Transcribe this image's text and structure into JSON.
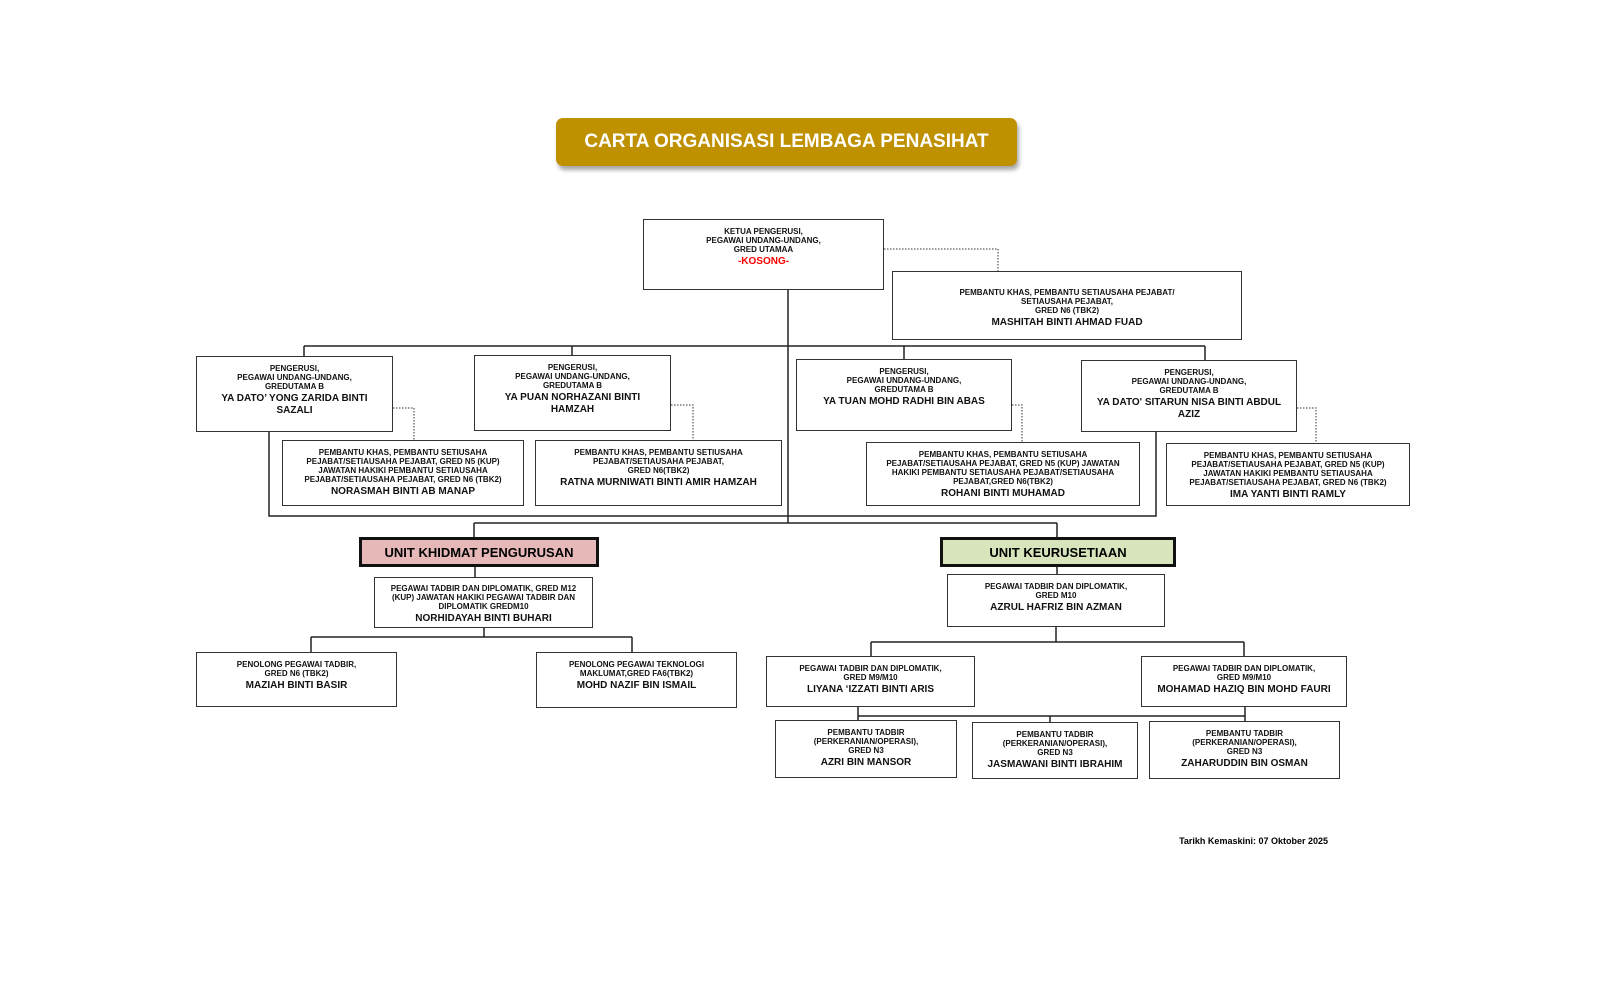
{
  "title": "CARTA ORGANISASI LEMBAGA PENASIHAT",
  "colors": {
    "title_bg": "#bf9000",
    "unit_khidmat": "#e6b8b7",
    "unit_keurusetiaan": "#d8e4bc",
    "vacant": "#ff0000"
  },
  "ketua": {
    "position": "KETUA PENGERUSI,\nPEGAWAI UNDANG-UNDANG,\nGRED UTAMAA",
    "name": "-KOSONG-"
  },
  "ketua_assistant": {
    "position": "PEMBANTU KHAS, PEMBANTU SETIAUSAHA PEJABAT/\nSETIAUSAHA PEJABAT,\nGRED N6 (TBK2)",
    "name": "MASHITAH BINTI AHMAD FUAD"
  },
  "pengerusi": [
    {
      "position": "PENGERUSI,\nPEGAWAI UNDANG-UNDANG,\nGREDUTAMA B",
      "name": "YA DATO’ YONG ZARIDA BINTI\nSAZALI"
    },
    {
      "position": "PENGERUSI,\nPEGAWAI UNDANG-UNDANG,\nGREDUTAMA B",
      "name": "YA PUAN NORHAZANI BINTI\nHAMZAH"
    },
    {
      "position": "PENGERUSI,\nPEGAWAI UNDANG-UNDANG,\nGREDUTAMA B",
      "name": "YA TUAN MOHD RADHI BIN ABAS"
    },
    {
      "position": "PENGERUSI,\nPEGAWAI UNDANG-UNDANG,\nGREDUTAMA B",
      "name": "YA DATO' SITARUN NISA BINTI ABDUL\nAZIZ"
    }
  ],
  "assistants": [
    {
      "position": "PEMBANTU KHAS, PEMBANTU SETIUSAHA\nPEJABAT/SETIAUSAHA PEJABAT, GRED N5 (KUP)\nJAWATAN HAKIKI PEMBANTU SETIAUSAHA\nPEJABAT/SETIAUSAHA PEJABAT, GRED N6 (TBK2)",
      "name": "NORASMAH BINTI AB MANAP"
    },
    {
      "position": "PEMBANTU KHAS, PEMBANTU SETIUSAHA\nPEJABAT/SETIAUSAHA PEJABAT,\nGRED N6(TBK2)",
      "name": "RATNA MURNIWATI BINTI AMIR HAMZAH"
    },
    {
      "position": "PEMBANTU KHAS, PEMBANTU SETIUSAHA\nPEJABAT/SETIAUSAHA PEJABAT, GRED N5 (KUP) JAWATAN\nHAKIKI PEMBANTU SETIAUSAHA PEJABAT/SETIAUSAHA\nPEJABAT,GRED N6(TBK2)",
      "name": "ROHANI BINTI MUHAMAD"
    },
    {
      "position": "PEMBANTU KHAS, PEMBANTU SETIUSAHA\nPEJABAT/SETIAUSAHA PEJABAT, GRED N5 (KUP)\nJAWATAN HAKIKI PEMBANTU SETIAUSAHA\nPEJABAT/SETIAUSAHA PEJABAT, GRED N6 (TBK2)",
      "name": "IMA YANTI BINTI RAMLY"
    }
  ],
  "unit_khidmat": {
    "label": "UNIT KHIDMAT PENGURUSAN",
    "head": {
      "position": "PEGAWAI TADBIR DAN DIPLOMATIK, GRED M12\n(KUP) JAWATAN HAKIKI PEGAWAI TADBIR DAN\nDIPLOMATIK GREDM10",
      "name": "NORHIDAYAH BINTI BUHARI"
    },
    "staff": [
      {
        "position": "PENOLONG PEGAWAI TADBIR,\nGRED N6 (TBK2)",
        "name": "MAZIAH BINTI BASIR"
      },
      {
        "position": "PENOLONG PEGAWAI TEKNOLOGI\nMAKLUMAT,GRED FA6(TBK2)",
        "name": "MOHD NAZIF BIN ISMAIL"
      }
    ]
  },
  "unit_keurusetiaan": {
    "label": "UNIT KEURUSETIAAN",
    "head": {
      "position": "PEGAWAI TADBIR DAN DIPLOMATIK,\nGRED M10",
      "name": "AZRUL HAFRIZ BIN AZMAN"
    },
    "officers": [
      {
        "position": "PEGAWAI TADBIR DAN DIPLOMATIK,\nGRED M9/M10",
        "name": "LIYANA ‘IZZATI BINTI ARIS"
      },
      {
        "position": "PEGAWAI TADBIR DAN DIPLOMATIK,\nGRED M9/M10",
        "name": "MOHAMAD HAZIQ BIN MOHD FAURI"
      }
    ],
    "staff": [
      {
        "position": "PEMBANTU TADBIR\n(PERKERANIAN/OPERASI),\nGRED N3",
        "name": "AZRI BIN MANSOR"
      },
      {
        "position": "PEMBANTU TADBIR\n(PERKERANIAN/OPERASI),\nGRED N3",
        "name": "JASMAWANI BINTI IBRAHIM"
      },
      {
        "position": "PEMBANTU TADBIR\n(PERKERANIAN/OPERASI),\nGRED N3",
        "name": "ZAHARUDDIN BIN OSMAN"
      }
    ]
  },
  "footer": "Tarikh Kemaskini: 07 Oktober 2025"
}
